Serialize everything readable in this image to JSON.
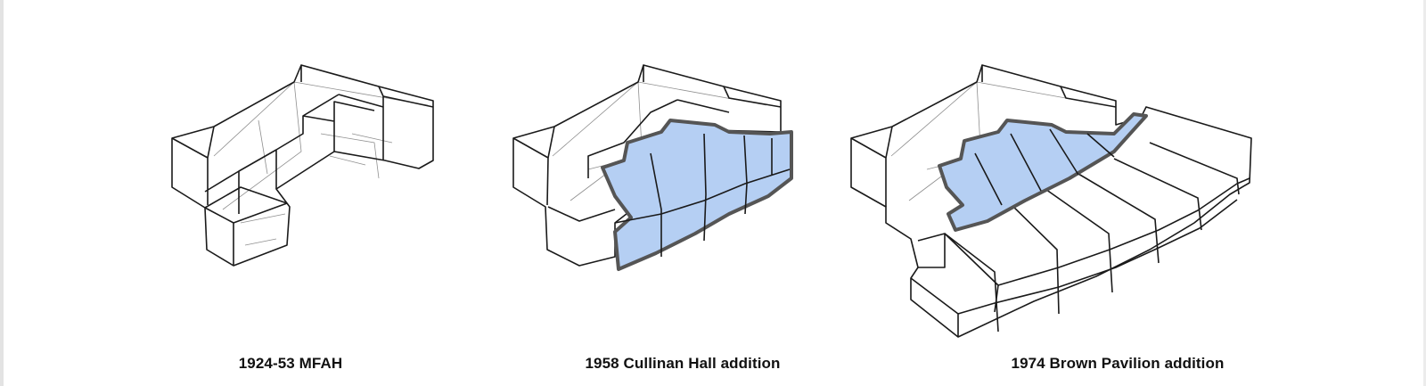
{
  "diagram": {
    "panels": [
      {
        "caption": "1924-53 MFAH"
      },
      {
        "caption": "1958 Cullinan Hall addition"
      },
      {
        "caption": "1974 Brown Pavilion addition"
      }
    ],
    "colors": {
      "line": "#1a1a1a",
      "ghost_line": "#8f8f8f",
      "addition_fill": "#b5cff3",
      "addition_outline": "#555555"
    }
  }
}
